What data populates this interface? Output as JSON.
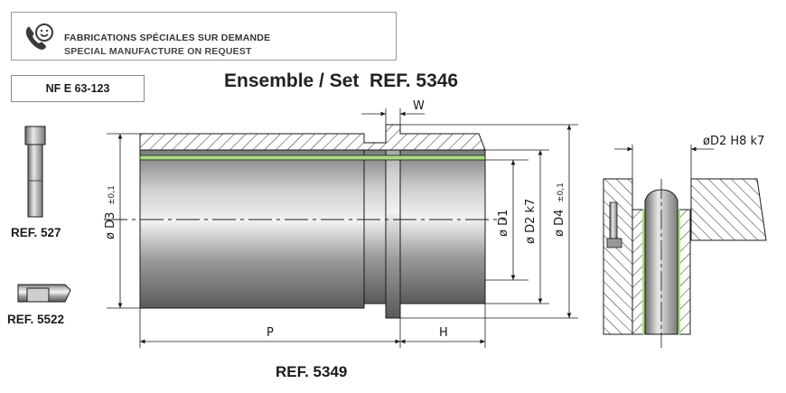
{
  "banner": {
    "line1": "FABRICATIONS SPÉCIALES SUR DEMANDE",
    "line2": "SPECIAL MANUFACTURE ON REQUEST",
    "icon": "phone-smile-icon"
  },
  "norm": "NF E 63-123",
  "title": "Ensemble / Set  REF. 5346",
  "refs": {
    "screw": "REF. 527",
    "washer": "REF. 5522",
    "bushing": "REF. 5349"
  },
  "dimensions": {
    "w": "W",
    "p": "P",
    "h": "H",
    "d1": "ø D1",
    "d2": "ø D2 k7",
    "d3": "ø D3",
    "d3_tol": "±0,1",
    "d4": "ø D4",
    "d4_tol": "±0,1",
    "bore_fit": "øD2 H8 k7"
  },
  "colors": {
    "outline": "#1a1a1a",
    "green_band": "#a8e07a",
    "steel_dark": "#6e6e6e",
    "steel_light": "#e6e6e6",
    "banner_icon": "#3a3a3a"
  }
}
